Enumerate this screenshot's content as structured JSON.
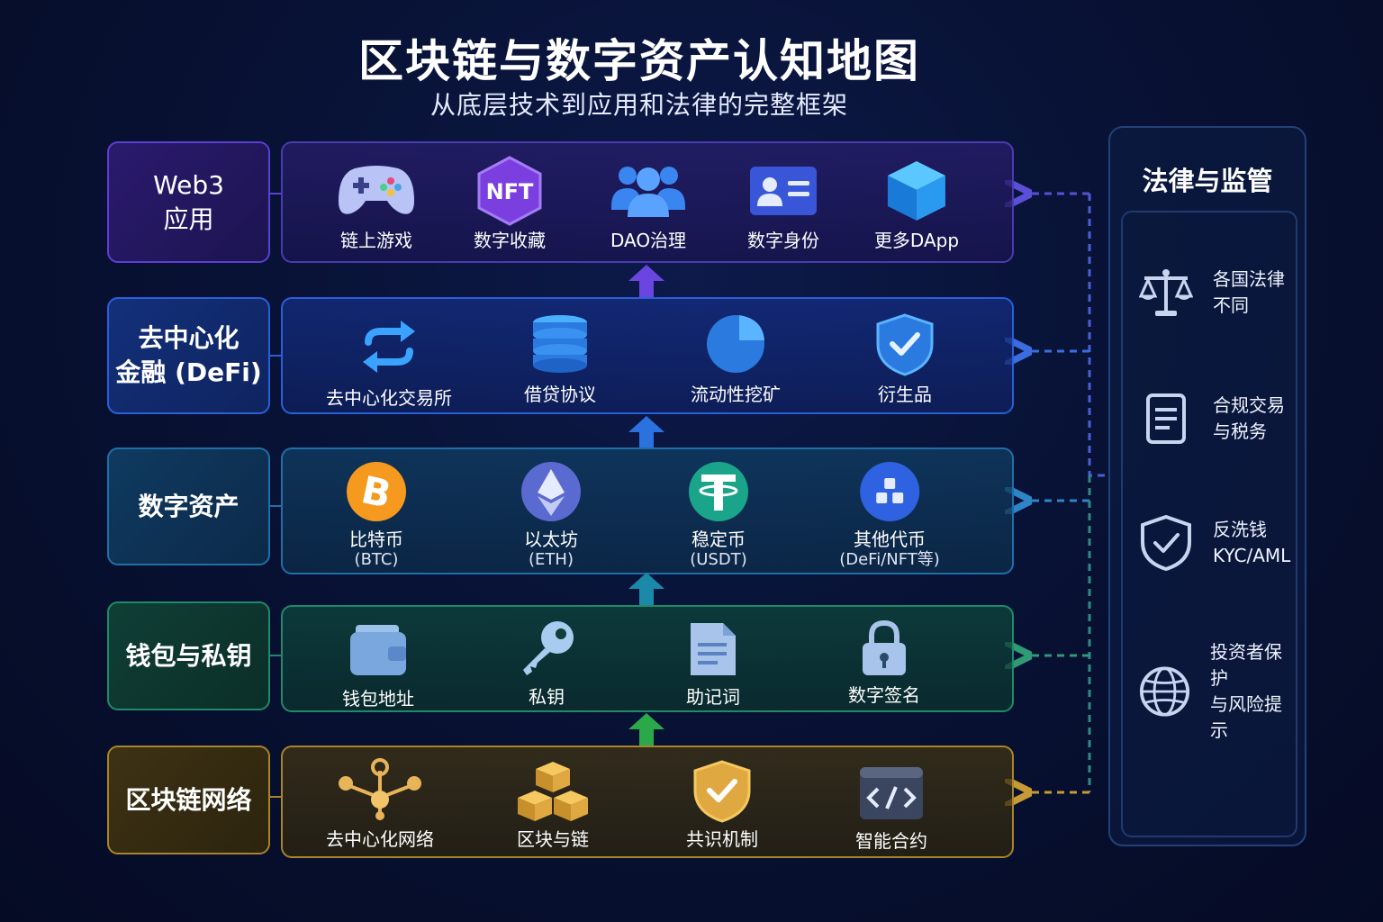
{
  "header": {
    "title": "区块链与数字资产认知地图",
    "subtitle": "从底层技术到应用和法律的完整框架"
  },
  "layers": [
    {
      "label_line1": "Web3",
      "label_line2": "应用",
      "color": "#5b3fd1",
      "items": [
        {
          "label": "链上游戏",
          "icon": "gamepad-icon"
        },
        {
          "label": "数字收藏",
          "icon": "nft-icon"
        },
        {
          "label": "DAO治理",
          "icon": "people-group-icon"
        },
        {
          "label": "数字身份",
          "icon": "id-card-icon"
        },
        {
          "label": "更多DApp",
          "icon": "cube-icon"
        }
      ]
    },
    {
      "label_line1": "去中心化",
      "label_line2": "金融 (DeFi)",
      "color": "#2a5fd8",
      "items": [
        {
          "label": "去中心化交易所",
          "icon": "swap-arrows-icon"
        },
        {
          "label": "借贷协议",
          "icon": "database-stack-icon"
        },
        {
          "label": "流动性挖矿",
          "icon": "pie-chart-icon"
        },
        {
          "label": "衍生品",
          "icon": "shield-check-icon"
        }
      ]
    },
    {
      "label_line1": "数字资产",
      "color": "#1f6fa8",
      "items": [
        {
          "label": "比特币",
          "sub": "(BTC)",
          "icon": "bitcoin-icon"
        },
        {
          "label": "以太坊",
          "sub": "(ETH)",
          "icon": "ethereum-icon"
        },
        {
          "label": "稳定币",
          "sub": "(USDT)",
          "icon": "tether-icon"
        },
        {
          "label": "其他代币",
          "sub": "(DeFi/NFT等)",
          "icon": "token-icon"
        }
      ]
    },
    {
      "label_line1": "钱包与私钥",
      "color": "#1f8a6a",
      "items": [
        {
          "label": "钱包地址",
          "icon": "wallet-icon"
        },
        {
          "label": "私钥",
          "icon": "key-icon"
        },
        {
          "label": "助记词",
          "icon": "document-icon"
        },
        {
          "label": "数字签名",
          "icon": "padlock-icon"
        }
      ]
    },
    {
      "label_line1": "区块链网络",
      "color": "#a8842a",
      "items": [
        {
          "label": "去中心化网络",
          "icon": "network-nodes-icon"
        },
        {
          "label": "区块与链",
          "icon": "blocks-icon"
        },
        {
          "label": "共识机制",
          "icon": "badge-check-icon"
        },
        {
          "label": "智能合约",
          "icon": "code-window-icon"
        }
      ]
    }
  ],
  "legal": {
    "title": "法律与监管",
    "items": [
      {
        "line1": "各国法律",
        "line2": "不同",
        "icon": "scales-icon"
      },
      {
        "line1": "合规交易",
        "line2": "与税务",
        "icon": "file-list-icon"
      },
      {
        "line1": "反洗钱",
        "line2": "KYC/AML",
        "icon": "shield-check-icon"
      },
      {
        "line1": "投资者保护",
        "line2": "与风险提示",
        "icon": "globe-icon"
      }
    ]
  }
}
